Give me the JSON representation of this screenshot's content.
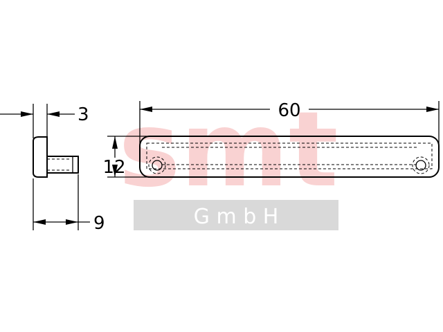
{
  "watermark": {
    "logo_text": "smt",
    "sub_text": "G m b H",
    "logo_color": "#f7c4c4",
    "band_color": "#d9d9d9"
  },
  "dimensions": {
    "thickness": "3",
    "overall_height": "9",
    "length": "60",
    "width": "12"
  }
}
